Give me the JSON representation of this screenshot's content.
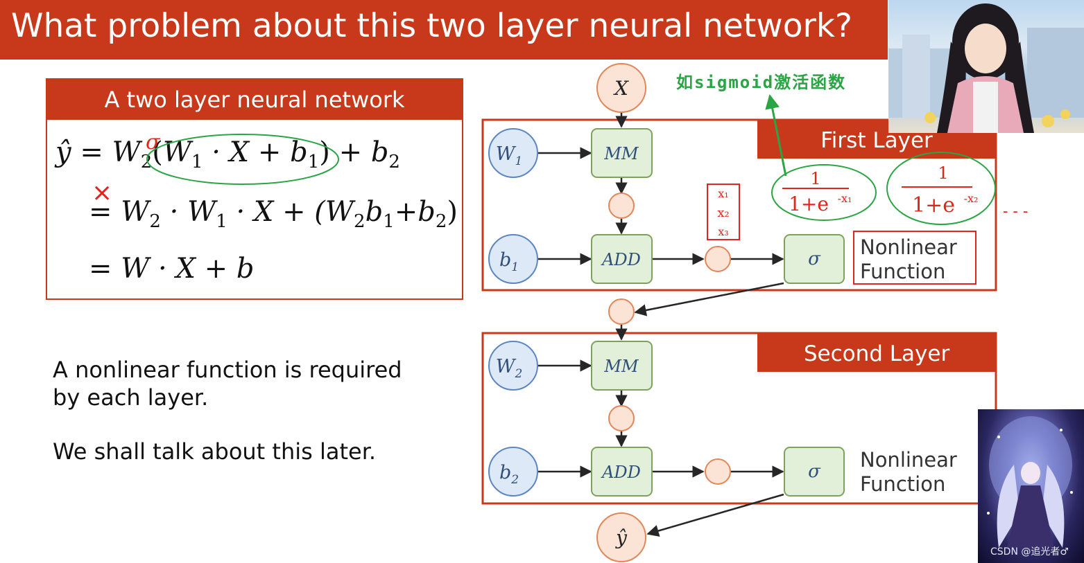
{
  "title": "What problem about this two layer neural network?",
  "equation_box": {
    "header": "A two layer neural network",
    "line1": {
      "lhs": "ŷ",
      "eq": " = ",
      "w2": "W",
      "w2_sub": "2",
      "open": "(",
      "w1": "W",
      "w1_sub": "1",
      "dot": " · X + ",
      "b1": "b",
      "b1_sub": "1",
      "close": ")",
      "plus": " + ",
      "b2": "b",
      "b2_sub": "2"
    },
    "line2": {
      "eq": "= ",
      "w2": "W",
      "w2_sub": "2",
      "dot1": " · ",
      "w1": "W",
      "w1_sub": "1",
      "rest": " · X + (",
      "w2b": "W",
      "w2b_sub": "2",
      "b1": "b",
      "b1_sub": "1",
      "plus": "+",
      "b2": "b",
      "b2_sub": "2",
      "close": ")"
    },
    "line3": "= W · X + b"
  },
  "body": {
    "para1_line1": "A nonlinear function is required",
    "para1_line2": "by each layer.",
    "para2": "We shall talk about this later."
  },
  "diagram": {
    "input": "X",
    "output": "ŷ",
    "first_layer": {
      "title": "First Layer",
      "weight": "W",
      "weight_sub": "1",
      "bias": "b",
      "bias_sub": "1"
    },
    "second_layer": {
      "title": "Second Layer",
      "weight": "W",
      "weight_sub": "2",
      "bias": "b",
      "bias_sub": "2"
    },
    "mm_label": "MM",
    "add_label": "ADD",
    "activation_label": "σ",
    "nonlinear_line1": "Nonlinear",
    "nonlinear_line2": "Function"
  },
  "annotations": {
    "chinese_note": "如sigmoid激活函数",
    "frac1_num": "1",
    "frac1_den": "1+e",
    "frac1_exp": "-x₁",
    "frac2_num": "1",
    "frac2_den": "1+e",
    "frac2_exp": "-x₂",
    "vector_x1": "x₁",
    "vector_x2": "x₂",
    "vector_x3": "x₃",
    "ellipsis": "- - -",
    "cross": "×",
    "sigma_mark": "σ"
  },
  "watermark": "CSDN @追光者♂",
  "colors": {
    "accent": "#c7391a",
    "node_blue": "#dde9f6",
    "node_green": "#e2efd9",
    "node_orange": "#fbe3d6",
    "ink_red": "#e0261c",
    "ink_green": "#2aa544"
  }
}
